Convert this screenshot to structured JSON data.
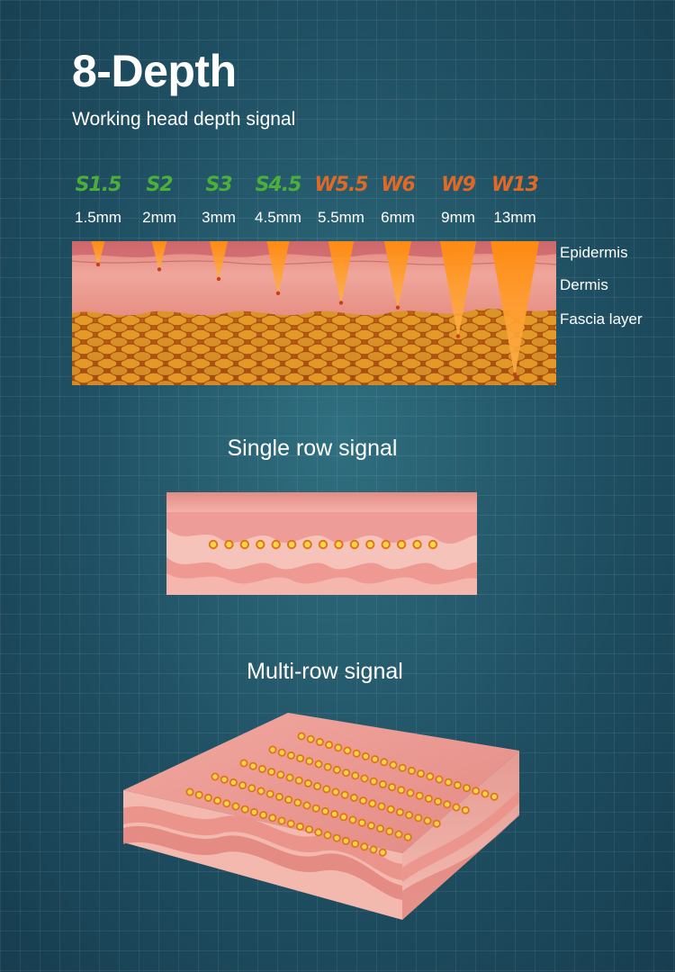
{
  "header": {
    "title": "8-Depth",
    "subtitle": "Working head depth signal"
  },
  "depth_chart": {
    "heads": [
      {
        "code": "S1.5",
        "depth": "1.5mm",
        "kind": "s",
        "depth_mm": 1.5
      },
      {
        "code": "S2",
        "depth": "2mm",
        "kind": "s",
        "depth_mm": 2
      },
      {
        "code": "S3",
        "depth": "3mm",
        "kind": "s",
        "depth_mm": 3
      },
      {
        "code": "S4.5",
        "depth": "4.5mm",
        "kind": "s",
        "depth_mm": 4.5
      },
      {
        "code": "W5.5",
        "depth": "5.5mm",
        "kind": "w",
        "depth_mm": 5.5
      },
      {
        "code": "W6",
        "depth": "6mm",
        "kind": "w",
        "depth_mm": 6
      },
      {
        "code": "W9",
        "depth": "9mm",
        "kind": "w",
        "depth_mm": 9
      },
      {
        "code": "W13",
        "depth": "13mm",
        "kind": "w",
        "depth_mm": 13
      }
    ],
    "layers": [
      "Epidermis",
      "Dermis",
      "Fascia layer"
    ],
    "colors": {
      "s_code": "#4caf3a",
      "w_code": "#e06a25",
      "beam": "#f39a1c"
    }
  },
  "single_row": {
    "title": "Single row signal",
    "dot_count": 15
  },
  "multi_row": {
    "title": "Multi-row signal",
    "rows": [
      22,
      22,
      22,
      22,
      22
    ]
  }
}
